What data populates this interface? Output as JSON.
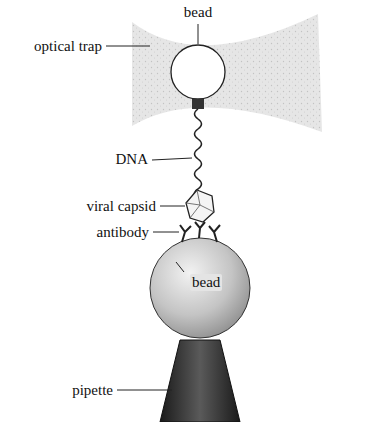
{
  "diagram": {
    "labels": [
      "bead",
      "optical trap",
      "DNA",
      "viral capsid",
      "antibody",
      "bead",
      "pipette"
    ]
  }
}
